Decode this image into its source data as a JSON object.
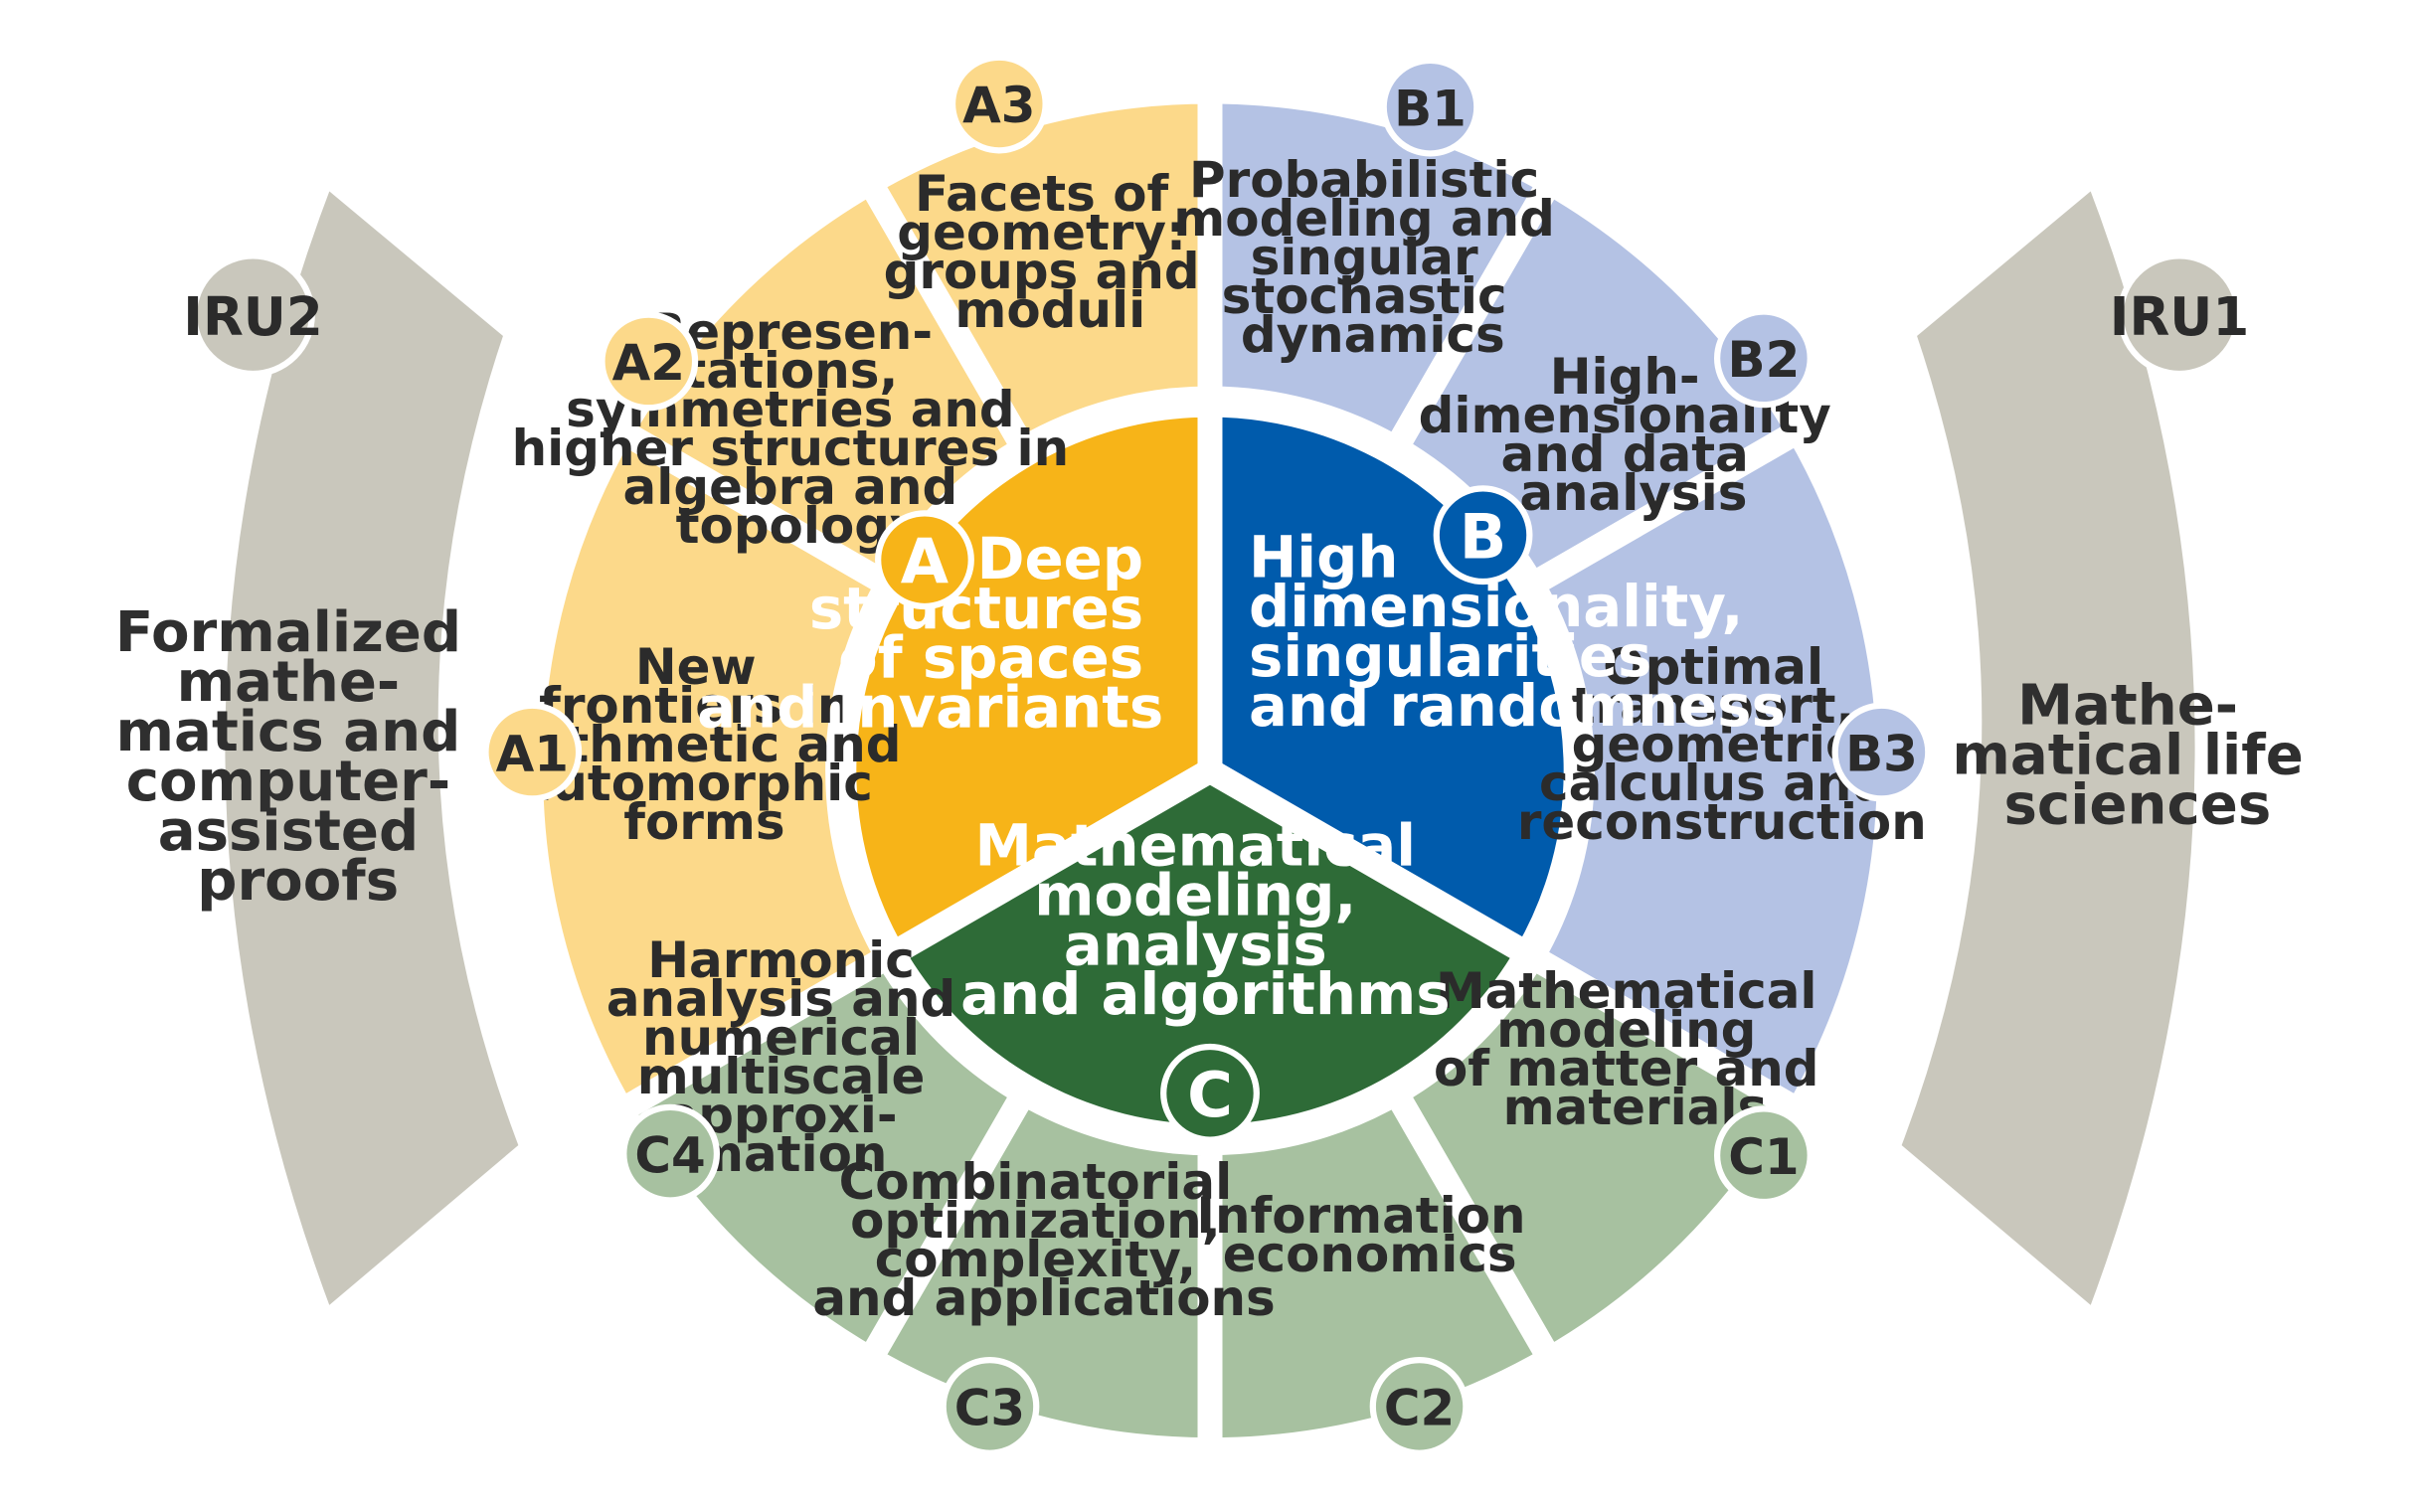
{
  "areas": {
    "A": {
      "badge": "A",
      "title": [
        "Deep",
        "structures",
        "of spaces",
        "and invariants"
      ],
      "colors": {
        "core": "#f7b418",
        "segment": "#fcd98a",
        "badge": "#fcd98a"
      }
    },
    "B": {
      "badge": "B",
      "title": [
        "High",
        "dimensionality,",
        "singularities",
        "and randomness"
      ],
      "colors": {
        "core": "#005bac",
        "segment": "#b4c2e4",
        "badge": "#b4c2e4"
      }
    },
    "C": {
      "badge": "C",
      "title": [
        "Mathematical",
        "modeling,",
        "analysis",
        "and algorithms"
      ],
      "colors": {
        "core": "#2e6b37",
        "segment": "#a7c1a0",
        "badge": "#a7c1a0"
      }
    }
  },
  "segments": {
    "A1": {
      "badge": "A1",
      "lines": [
        "New",
        "frontiers in",
        "arithmetic and",
        "automorphic",
        "forms"
      ]
    },
    "A2": {
      "badge": "A2",
      "lines": [
        "Represen-",
        "tations,",
        "symmetries and",
        "higher structures in",
        "algebra and",
        "topology"
      ]
    },
    "A3": {
      "badge": "A3",
      "lines": [
        "Facets of",
        "geometry:",
        "groups and",
        "moduli"
      ]
    },
    "B1": {
      "badge": "B1",
      "lines": [
        "Probabilistic",
        "modeling and",
        "singular",
        "stochastic",
        "dynamics"
      ]
    },
    "B2": {
      "badge": "B2",
      "lines": [
        "High-",
        "dimensionality",
        "and data",
        "analysis"
      ]
    },
    "B3": {
      "badge": "B3",
      "lines": [
        "Optimal",
        "transport,",
        "geometric",
        "calculus and",
        "reconstruction"
      ]
    },
    "C1": {
      "badge": "C1",
      "lines": [
        "Mathematical",
        "modeling",
        "of matter and",
        "materials"
      ]
    },
    "C2": {
      "badge": "C2",
      "lines": [
        "Information",
        "economics"
      ]
    },
    "C3": {
      "badge": "C3",
      "lines": [
        "Combinatorial",
        "optimization,",
        "complexity,",
        "and applications"
      ]
    },
    "C4": {
      "badge": "C4",
      "lines": [
        "Harmonic",
        "analysis and",
        "numerical",
        "multiscale",
        "approxi-",
        "mation"
      ]
    }
  },
  "iru": {
    "IRU2": {
      "badge": "IRU2",
      "lines": [
        "Formalized",
        "mathe-",
        "matics and",
        "computer-",
        "assisted",
        "proofs"
      ]
    },
    "IRU1": {
      "badge": "IRU1",
      "lines": [
        "Mathe-",
        "matical life",
        "sciences"
      ]
    },
    "colors": {
      "fill": "#c9c7bc",
      "badge": "#c9c7bc"
    }
  }
}
